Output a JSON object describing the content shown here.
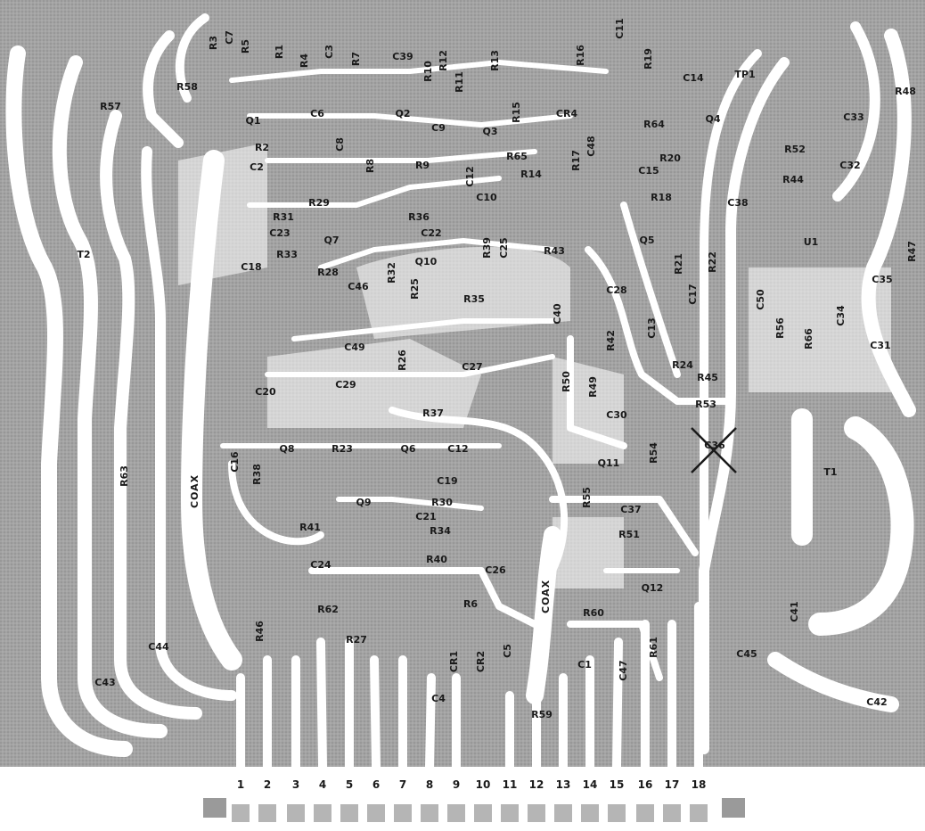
{
  "board": {
    "copper_color": "#9a9a9a",
    "trace_color": "#ffffff",
    "ink_color": "#1a1a1a"
  },
  "components": [
    "R3",
    "C7",
    "R5",
    "R1",
    "R4",
    "C3",
    "R7",
    "C39",
    "R10",
    "R12",
    "R11",
    "R13",
    "R16",
    "C11",
    "R19",
    "C14",
    "TP1",
    "R48",
    "R58",
    "R57",
    "Q1",
    "C6",
    "Q2",
    "C9",
    "Q3",
    "R15",
    "CR4",
    "R64",
    "Q4",
    "C33",
    "R2",
    "C2",
    "C8",
    "R8",
    "R9",
    "C12",
    "R65",
    "R14",
    "R17",
    "C48",
    "C15",
    "R20",
    "R52",
    "C32",
    "R44",
    "C10",
    "R18",
    "C38",
    "R29",
    "R31",
    "C23",
    "R36",
    "C22",
    "R39",
    "C25",
    "R43",
    "Q7",
    "Q5",
    "R21",
    "R22",
    "U1",
    "R47",
    "T2",
    "C18",
    "R33",
    "R28",
    "C46",
    "R32",
    "Q10",
    "R25",
    "R35",
    "C28",
    "C17",
    "C50",
    "C35",
    "C40",
    "C13",
    "R56",
    "R66",
    "C34",
    "C31",
    "R42",
    "C49",
    "R26",
    "C27",
    "R24",
    "R45",
    "C20",
    "C29",
    "R50",
    "R49",
    "R53",
    "R37",
    "C30",
    "C16",
    "R38",
    "Q8",
    "R23",
    "Q6",
    "C12",
    "R54",
    "C36",
    "Q11",
    "T1",
    "R63",
    "C19",
    "R30",
    "R55",
    "Q9",
    "C21",
    "R41",
    "C37",
    "R34",
    "R51",
    "R40",
    "C24",
    "C26",
    "Q12",
    "R62",
    "R6",
    "R60",
    "C41",
    "R46",
    "R27",
    "CR1",
    "CR2",
    "C5",
    "C1",
    "C47",
    "R61",
    "C45",
    "C44",
    "C43",
    "C4",
    "R59",
    "C42"
  ],
  "coax_labels": [
    "COAX",
    "COAX"
  ],
  "pins": [
    "1",
    "2",
    "3",
    "4",
    "5",
    "6",
    "7",
    "8",
    "9",
    "10",
    "11",
    "12",
    "13",
    "14",
    "15",
    "16",
    "17",
    "18"
  ]
}
